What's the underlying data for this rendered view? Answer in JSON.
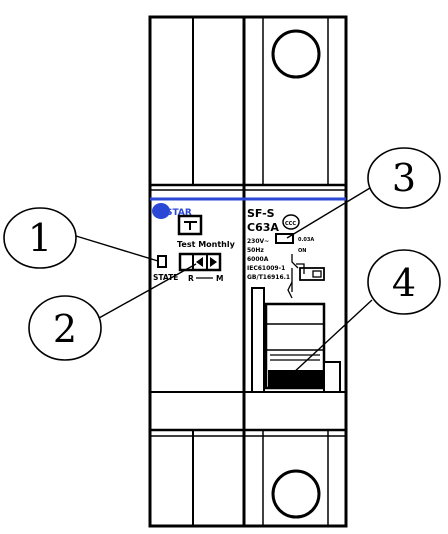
{
  "diagram": {
    "brand": "STAR",
    "left_module": {
      "test_label": "Test Monthly",
      "status_label": "STATE",
      "r_label": "R",
      "m_label": "M"
    },
    "right_module": {
      "model": "SF-S",
      "rating": "C63A",
      "cert_mark": "CCC",
      "spec_lines": [
        "230V~",
        "50Hz",
        "6000A"
      ],
      "standards": [
        "IEC61009-1",
        "GB/T16916.1"
      ],
      "delta_current": "0.03A",
      "tripping_label": "ON"
    },
    "callouts": [
      {
        "number": "1"
      },
      {
        "number": "2"
      },
      {
        "number": "3"
      },
      {
        "number": "4"
      }
    ],
    "accent_color": "#2b47d6"
  }
}
